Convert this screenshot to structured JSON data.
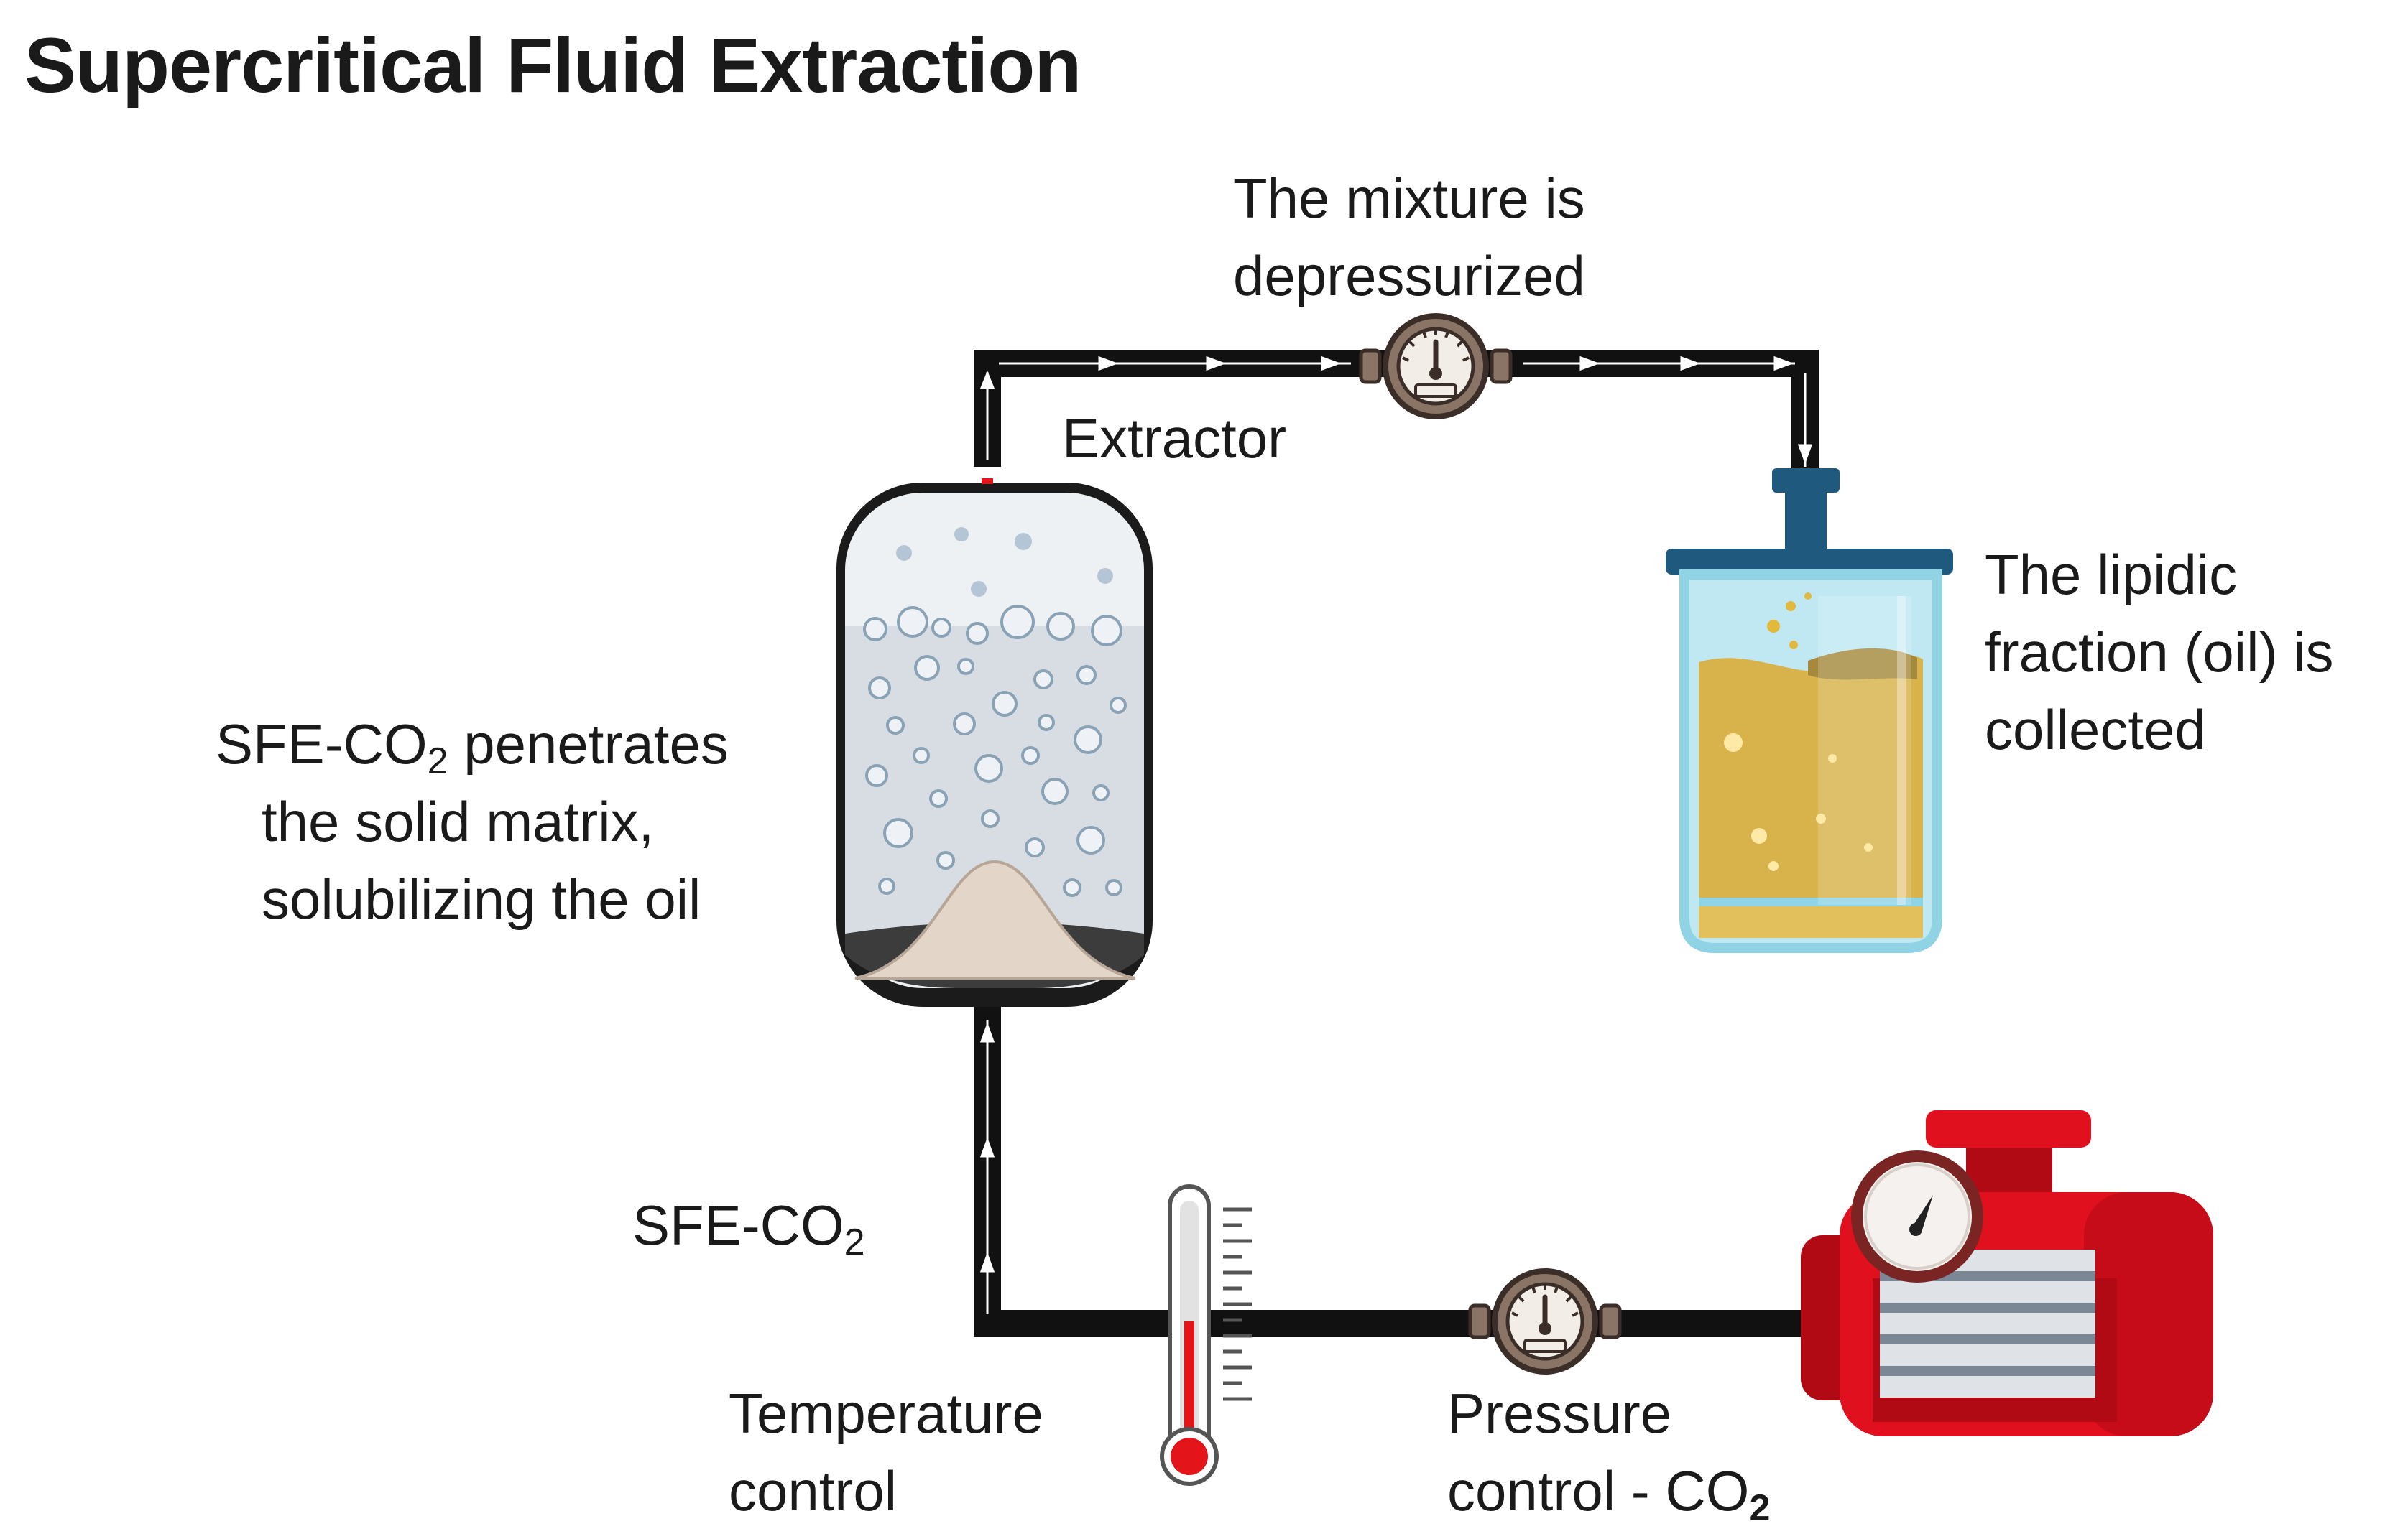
{
  "title": "Supercritical Fluid Extraction",
  "labels": {
    "depressurized": [
      "The mixture is",
      "depressurized"
    ],
    "extractor": "Extractor",
    "collected": [
      "The lipidic",
      "fraction (oil) is",
      "collected"
    ],
    "penetrates": {
      "line1_pre": "SFE-CO",
      "line1_sub": "2",
      "line1_post": " penetrates",
      "line2": "the solid matrix,",
      "line3": "solubilizing the oil"
    },
    "sfe_co2": {
      "text": "SFE-CO",
      "sub": "2"
    },
    "temperature": [
      "Temperature",
      "control"
    ],
    "pressure": {
      "line1": "Pressure",
      "line2": "control - CO",
      "sub": "2"
    }
  },
  "colors": {
    "pipe": "#111111",
    "vessel_fluid": "#d7dde3",
    "vessel_outline": "#1b1b1b",
    "matrix_mound": "#e3d6c8",
    "oil": "#d8b24a",
    "glass": "#8fd3e4",
    "lid": "#1f5a7e",
    "pump_red": "#e0101e",
    "pump_dark_red": "#b10a14",
    "gauge_body": "#8a7465",
    "thermometer_red": "#e3141a"
  },
  "icons": [
    "pressure-gauge-icon",
    "thermometer-icon",
    "pump-motor-icon",
    "extractor-vessel-icon",
    "collection-jar-icon"
  ]
}
